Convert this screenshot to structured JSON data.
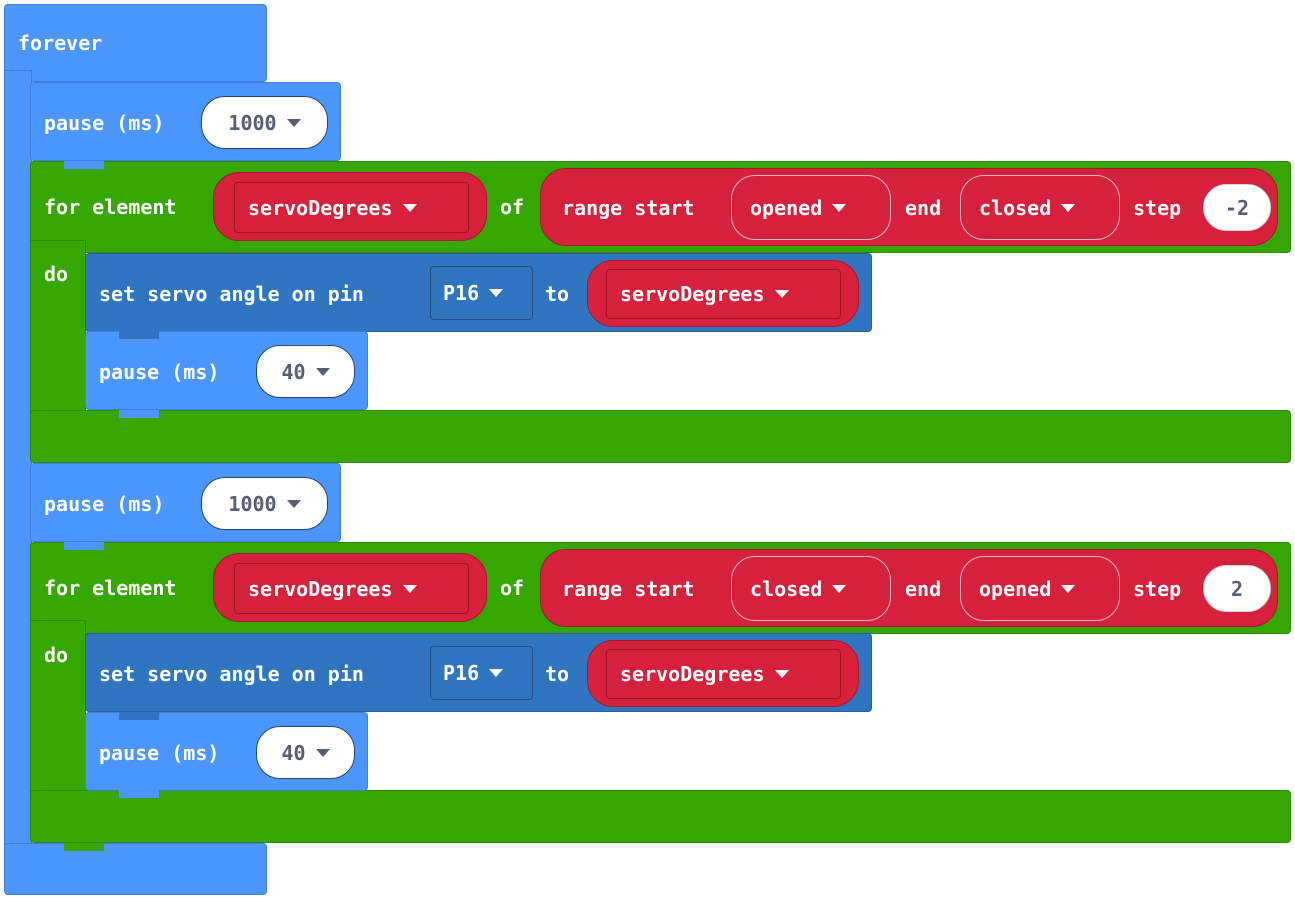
{
  "forever": {
    "label": "forever"
  },
  "block1": {
    "pause1": {
      "label": "pause (ms)",
      "value": "1000"
    },
    "loop": {
      "for_label": "for element",
      "variable": "servoDegrees",
      "of_label": "of",
      "range_label": "range start",
      "start": "opened",
      "end_label": "end",
      "end": "closed",
      "step_label": "step",
      "step": "-2",
      "do_label": "do",
      "servo": {
        "label": "set servo angle on pin",
        "pin": "P16",
        "to_label": "to",
        "value": "servoDegrees"
      },
      "pause": {
        "label": "pause (ms)",
        "value": "40"
      }
    }
  },
  "block2": {
    "pause1": {
      "label": "pause (ms)",
      "value": "1000"
    },
    "loop": {
      "for_label": "for element",
      "variable": "servoDegrees",
      "of_label": "of",
      "range_label": "range start",
      "start": "closed",
      "end_label": "end",
      "end": "opened",
      "step_label": "step",
      "step": "2",
      "do_label": "do",
      "servo": {
        "label": "set servo angle on pin",
        "pin": "P16",
        "to_label": "to",
        "value": "servoDegrees"
      },
      "pause": {
        "label": "pause (ms)",
        "value": "40"
      }
    }
  },
  "icons": {
    "dropdown": "caret-down-icon"
  },
  "colors": {
    "events_blue": "#4c97ff",
    "pins_blue": "#2f75c0",
    "loops_green": "#36a600",
    "variables_red": "#d6213d"
  }
}
